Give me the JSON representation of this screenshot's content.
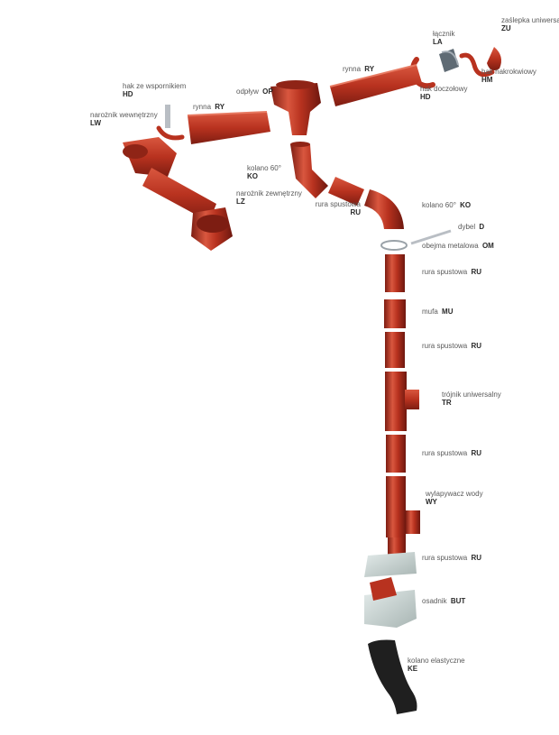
{
  "colors": {
    "pipe": "#b8321f",
    "pipe_dark": "#7d1d12",
    "pipe_light": "#d9573f",
    "bracket": "#b9bec4",
    "elastic": "#1f1f1f",
    "filter_body": "#c9d3d2",
    "label_text": "#5a5a5a",
    "code_text": "#2a2a2a"
  },
  "labels": {
    "zu": {
      "name": "zaślepka uniwersalna",
      "code": "ZU"
    },
    "la": {
      "name": "łącznik",
      "code": "LA"
    },
    "hm": {
      "name": "hak nakrokwiowy",
      "code": "HM"
    },
    "ry_top": {
      "name": "rynna",
      "code": "RY"
    },
    "hd_right": {
      "name": "hak doczołowy",
      "code": "HD"
    },
    "op": {
      "name": "odpływ",
      "code": "OP"
    },
    "ry_left": {
      "name": "rynna",
      "code": "RY"
    },
    "hd_left": {
      "name": "hak ze wspornikiem",
      "code": "HD"
    },
    "lw": {
      "name": "narożnik wewnętrzny",
      "code": "LW"
    },
    "ko_left": {
      "name": "kolano 60°",
      "code": "KO"
    },
    "lz": {
      "name": "narożnik zewnętrzny",
      "code": "LZ"
    },
    "ru_mid": {
      "name": "rura spustowa",
      "code": "RU"
    },
    "ko_right": {
      "name": "kolano 60°",
      "code": "KO"
    },
    "d": {
      "name": "dybel",
      "code": "D"
    },
    "om": {
      "name": "obejma metalowa",
      "code": "OM"
    },
    "ru_1": {
      "name": "rura spustowa",
      "code": "RU"
    },
    "mu": {
      "name": "mufa",
      "code": "MU"
    },
    "ru_2": {
      "name": "rura spustowa",
      "code": "RU"
    },
    "tr": {
      "name": "trójnik uniwersalny",
      "code": "TR"
    },
    "ru_3": {
      "name": "rura spustowa",
      "code": "RU"
    },
    "wy": {
      "name": "wylapywacz wody",
      "code": "WY"
    },
    "ru_4": {
      "name": "rura spustowa",
      "code": "RU"
    },
    "but": {
      "name": "osadnik",
      "code": "BUT"
    },
    "ke": {
      "name": "kolano elastyczne",
      "code": "KE"
    }
  }
}
